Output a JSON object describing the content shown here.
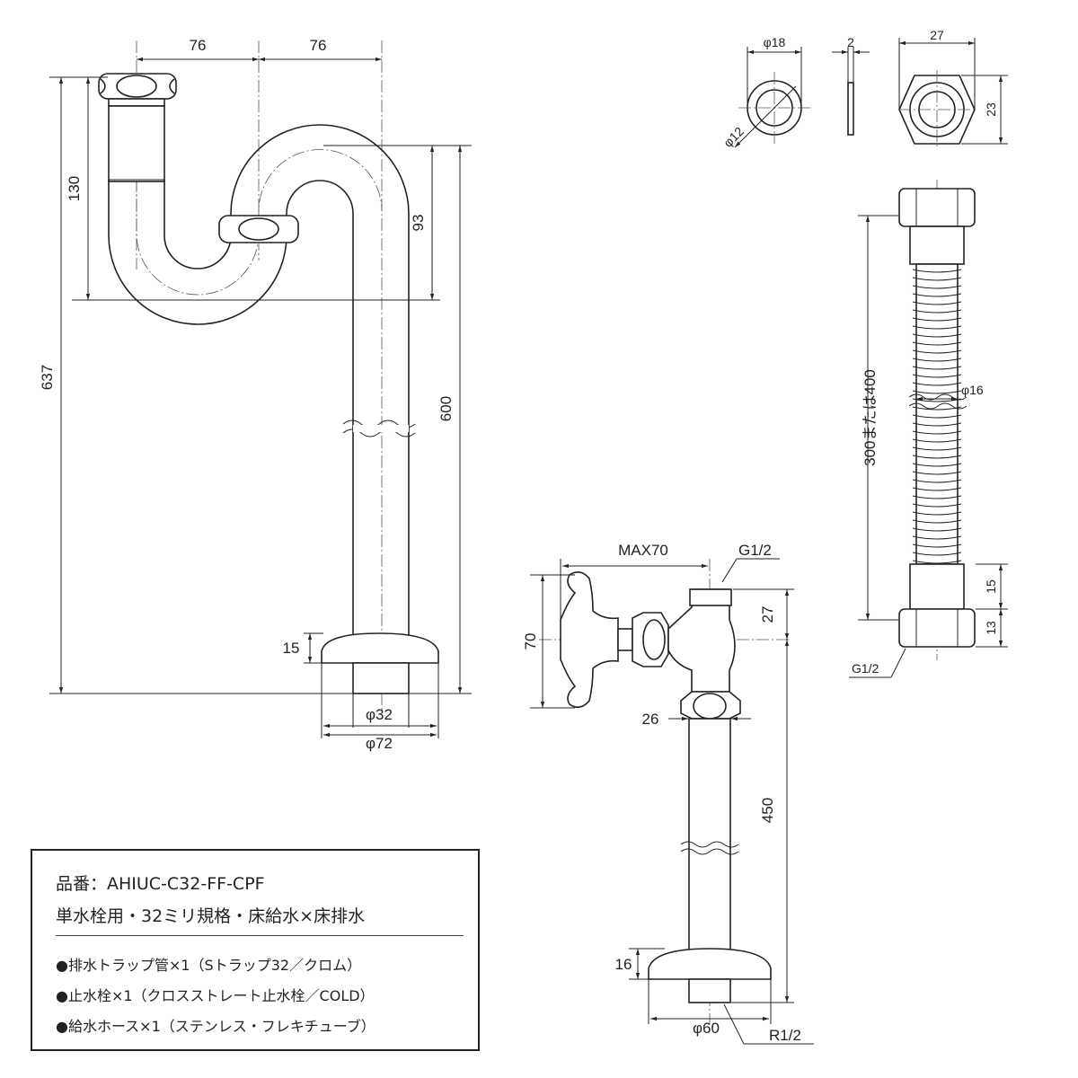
{
  "trap": {
    "dims": {
      "width_left": "76",
      "width_right": "76",
      "height_trap": "130",
      "height_bend": "93",
      "height_total": "637",
      "height_pipe": "600",
      "flange_thickness": "15",
      "pipe_dia": "φ32",
      "flange_dia": "φ72"
    }
  },
  "washers": {
    "dims": {
      "outer_dia": "φ18",
      "inner_dia": "φ12",
      "thickness": "2",
      "nut_width": "27",
      "nut_height": "23"
    }
  },
  "hose": {
    "dims": {
      "length": "300または400",
      "dia": "φ16",
      "fitting_len": "15",
      "nut_len": "13",
      "thread": "G1/2"
    }
  },
  "valve": {
    "dims": {
      "max_reach": "MAX70",
      "top_thread": "G1/2",
      "handle_height": "70",
      "top_height": "27",
      "body_dia": "26",
      "pipe_length": "450",
      "flange_thickness": "16",
      "flange_dia": "φ60",
      "bottom_thread": "R1/2"
    }
  },
  "spec": {
    "product_code": "品番：AHIUC-C32-FF-CPF",
    "subtitle": "単水栓用・32ミリ規格・床給水×床排水",
    "items": [
      "●排水トラップ管×1（Sトラップ32／クロム）",
      "●止水栓×1（クロスストレート止水栓／COLD）",
      "●給水ホース×1（ステンレス・フレキチューブ）"
    ]
  }
}
